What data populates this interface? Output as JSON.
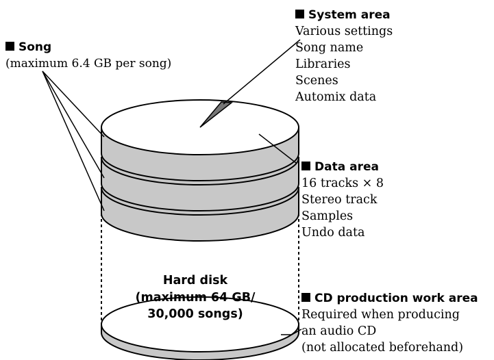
{
  "system_area": {
    "title": "System area",
    "items": [
      "Various settings",
      "Song name",
      "Libraries",
      "Scenes",
      "Automix data"
    ]
  },
  "song": {
    "title": "Song",
    "note": "(maximum 6.4 GB per song)"
  },
  "data_area": {
    "title": "Data area",
    "items": [
      "16 tracks × 8",
      "Stereo track",
      "Samples",
      "Undo data"
    ]
  },
  "hard_disk": {
    "lines": [
      "Hard disk",
      "(maximum 64 GB/",
      "30,000 songs)"
    ]
  },
  "cd_area": {
    "title": "CD production work area",
    "items": [
      "Required when producing",
      "an audio CD",
      "(not allocated beforehand)"
    ]
  },
  "colors": {
    "disk_gray": "#c8c8c8",
    "pie_slice": "#777777",
    "line": "#000000"
  }
}
